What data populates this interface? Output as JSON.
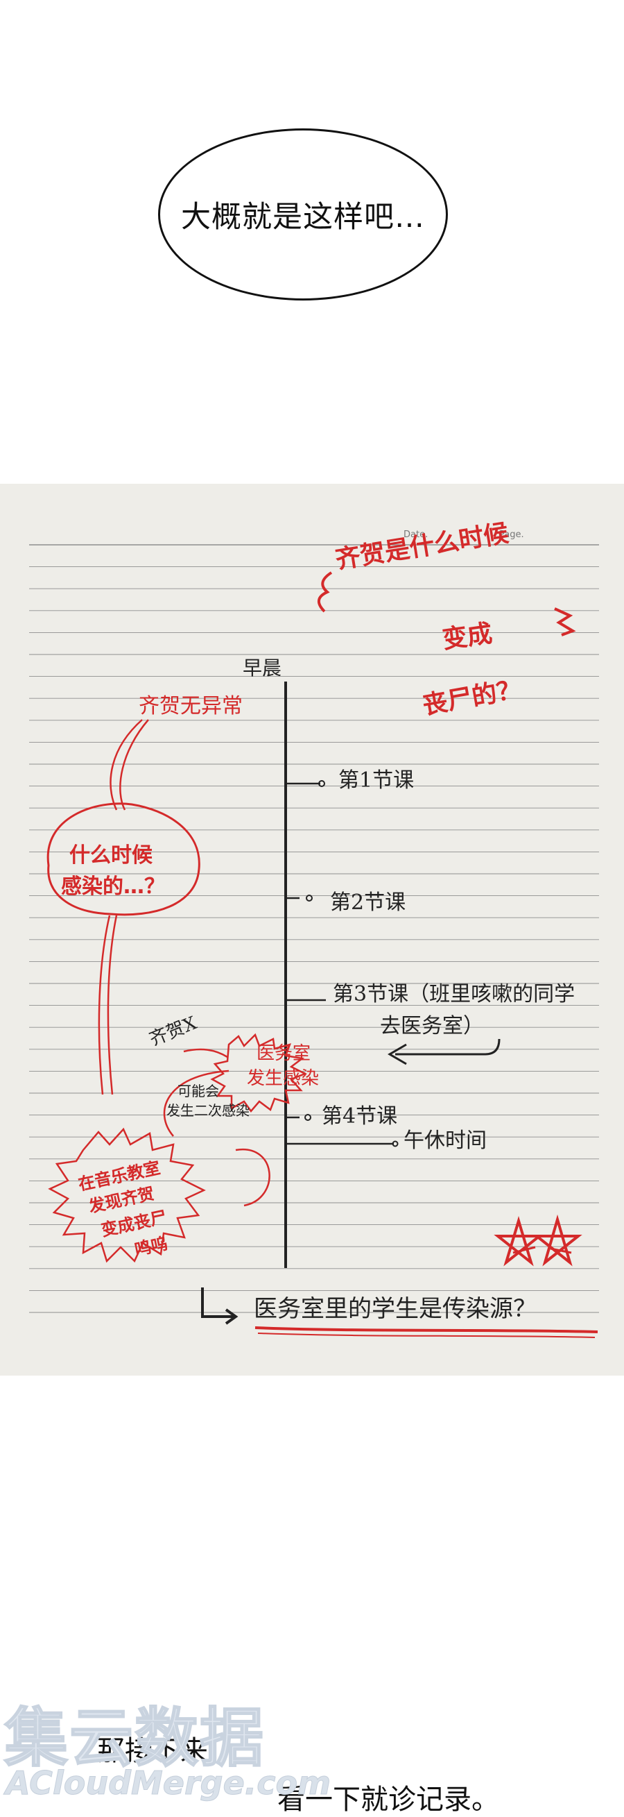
{
  "speech_top": "大概就是这样吧…",
  "notebook": {
    "date_label": "Date.",
    "page_label": "Page.",
    "title_lines": [
      "齐贺是什么时候",
      "变成",
      "丧尸的？"
    ],
    "timeline_top": "早晨",
    "events": [
      "第1节课",
      "第2节课",
      "第3节课（班里咳嗽的同学",
      "去医务室）",
      "第4节课",
      "午休时间"
    ],
    "notes": {
      "qihe_normal": "齐贺无异常",
      "when_infected_1": "什么时候",
      "when_infected_2": "感染的…？",
      "qihe_x": "齐贺X",
      "infirmary_1": "医务室",
      "infirmary_2": "发生感染",
      "maybe_1": "可能会",
      "maybe_2": "发生二次感染",
      "music_1": "在音乐教室",
      "music_2": "发现齐贺",
      "music_3": "变成丧尸",
      "music_4": "呜呜"
    },
    "conclusion": "医务室里的学生是传染源？"
  },
  "caption_1": "那接下来…",
  "caption_2": "看一下就诊记录。",
  "watermark": {
    "cn": "集云数据",
    "en": "ACloudMerge.com"
  },
  "colors": {
    "ink": "#222222",
    "red": "#d42a2a",
    "paper": "#eeede8",
    "rule": "#8e8e8e"
  }
}
